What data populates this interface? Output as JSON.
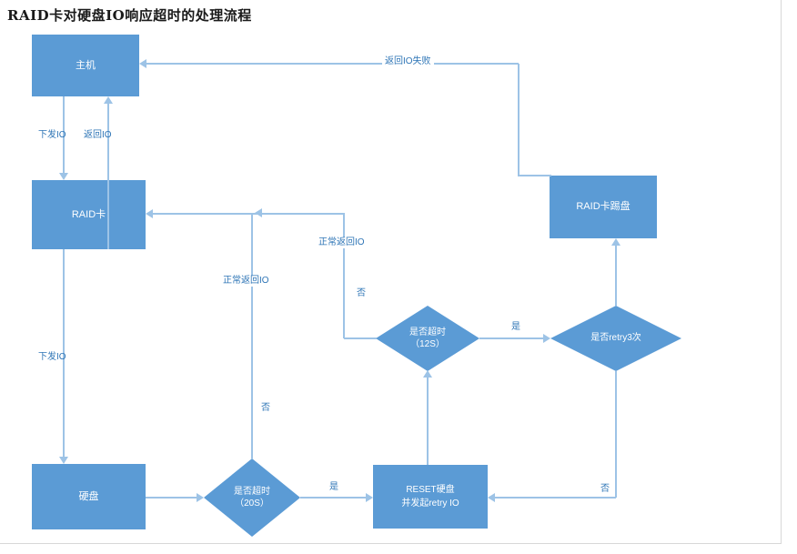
{
  "title": "RAID卡对硬盘IO响应超时的处理流程",
  "colors": {
    "node_fill": "#5b9bd5",
    "node_text": "#ffffff",
    "line": "#9dc3e6",
    "label_text": "#2e75b6",
    "title_text": "#1a1a1a",
    "background": "#ffffff"
  },
  "nodes": {
    "host": {
      "label": "主机"
    },
    "raid": {
      "label": "RAID卡"
    },
    "disk": {
      "label": "硬盘"
    },
    "kick": {
      "label": "RAID卡踢盘"
    },
    "reset": {
      "line1": "RESET硬盘",
      "line2": "并发起retry IO"
    },
    "timeout20": {
      "line1": "是否超时",
      "line2": "（20S）"
    },
    "timeout12": {
      "line1": "是否超时",
      "line2": "（12S）"
    },
    "retry3": {
      "label": "是否retry3次"
    }
  },
  "edge_labels": {
    "host_to_raid": "下发IO",
    "raid_to_host": "返回IO",
    "raid_to_disk": "下发IO",
    "kick_to_host": "返回IO失败",
    "d20_no": "否",
    "d20_normal_return": "正常返回IO",
    "d20_yes": "是",
    "d12_no": "否",
    "d12_normal_return": "正常返回IO",
    "d12_yes": "是",
    "retry3_no": "否"
  }
}
